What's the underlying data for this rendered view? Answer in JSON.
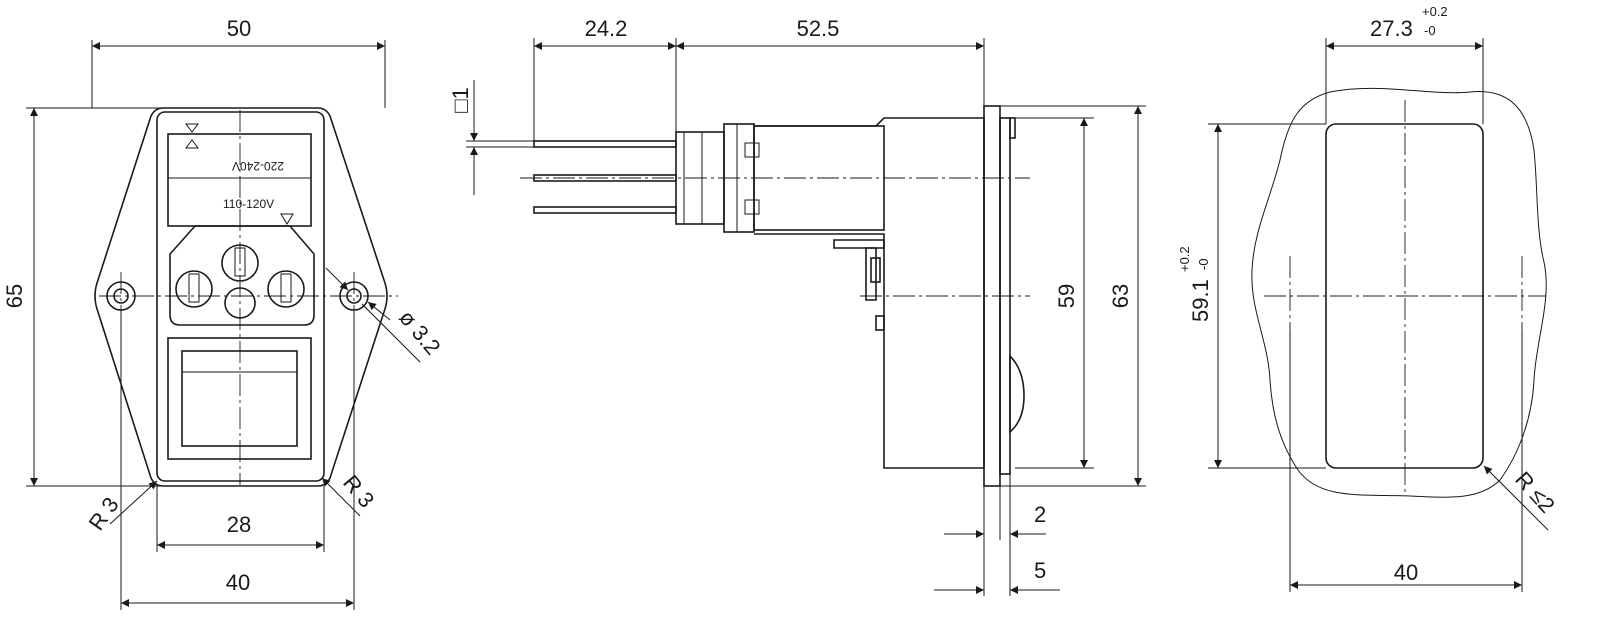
{
  "front_view": {
    "dim_width": "50",
    "dim_height": "65",
    "dim_bottom_inner": "28",
    "dim_bottom_outer": "40",
    "hole_diameter": "ø 3.2",
    "radius_left": "R 3",
    "radius_right": "R 3",
    "label_220": "220-240V",
    "label_110": "110-120V"
  },
  "side_view": {
    "dim_pins": "24.2",
    "dim_body": "52.5",
    "dim_pin_square": "□1",
    "dim_inner_height": "59",
    "dim_outer_height": "63",
    "dim_2": "2",
    "dim_5": "5"
  },
  "cutout_view": {
    "dim_width_value": "27.3",
    "dim_width_tol_plus": "+0.2",
    "dim_width_tol_minus": "-0",
    "dim_height_value": "59.1",
    "dim_height_tol_plus": "+0.2",
    "dim_height_tol_minus": "-0",
    "dim_bottom": "40",
    "radius": "R ≤2"
  },
  "colors": {
    "line": "#1a1a1a",
    "background": "#ffffff"
  }
}
